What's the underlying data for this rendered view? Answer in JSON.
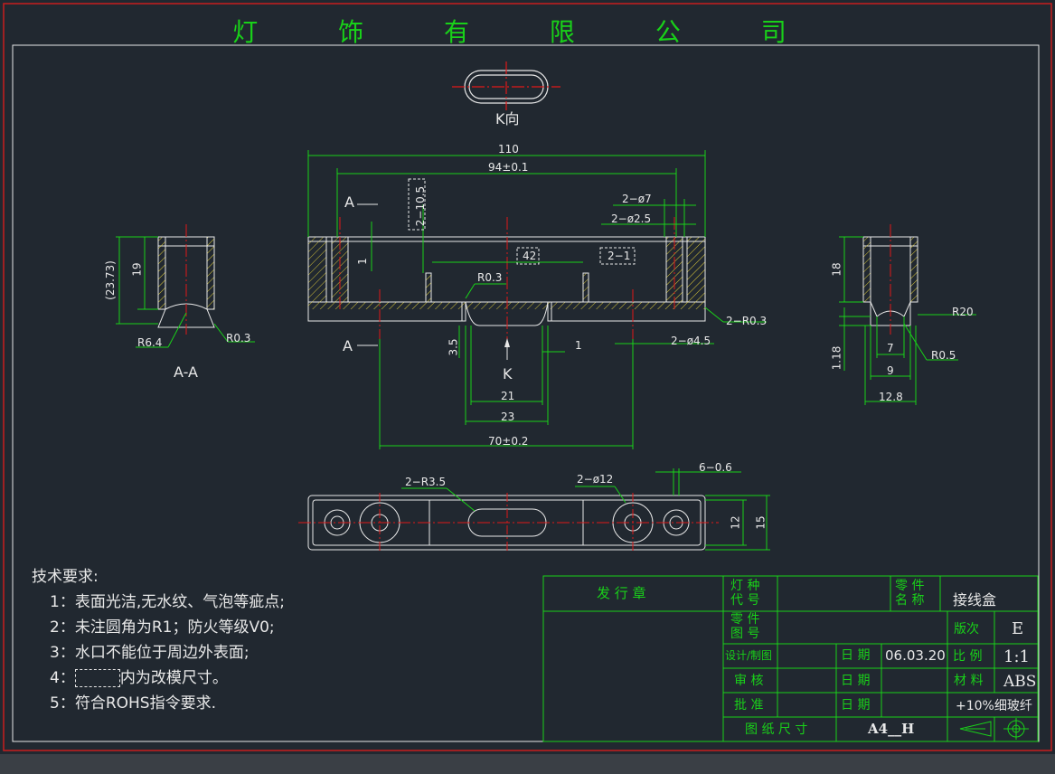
{
  "title": "灯 饰 有 限 公 司",
  "views": {
    "k_view": "K向",
    "section_label": "A-A",
    "section_marker": "A",
    "arrow_k": "K"
  },
  "dimensions": {
    "d110": "110",
    "d94": "94±0.1",
    "d2_10_5": "2−10.5",
    "d2_phi7": "2−ø7",
    "d2_phi2_5": "2−ø2.5",
    "d42": "42",
    "d2_1": "2−1",
    "r03": "R0.3",
    "d1": "1",
    "d2_r03": "2−R0.3",
    "d3_5": "3.5",
    "d1b": "1",
    "d2_phi4_5": "2−ø4.5",
    "d21": "21",
    "d23": "23",
    "d70": "70±0.2",
    "d23_73": "(23.73)",
    "d19": "19",
    "r6_4": "R6.4",
    "r0_3b": "R0.3",
    "d18": "18",
    "r20": "R20",
    "r0_5": "R0.5",
    "d1_18": "1.18",
    "d7": "7",
    "d9": "9",
    "d12_8": "12.8",
    "d2_r3_5": "2−R3.5",
    "d2_phi12": "2−ø12",
    "d6_0_6": "6−0.6",
    "d12": "12",
    "d15": "15"
  },
  "requirements": {
    "heading": "技术要求:",
    "r1": "1：表面光洁,无水纹、气泡等疵点;",
    "r2": "2：未注圆角为R1；防火等级V0;",
    "r3": "3：水口不能位于周边外表面;",
    "r4": "内为改模尺寸。",
    "r4_prefix": "4：",
    "r5": "5：符合ROHS指令要求."
  },
  "title_block": {
    "issue_stamp": "发  行  章",
    "lamp_code_label": "灯 种\n代 号",
    "part_name_label": "零 件\n名 称",
    "part_name": "接线盒",
    "part_drawing_label": "零 件\n图 号",
    "version_label": "版次",
    "version": "E",
    "design_label": "设计/制图",
    "date_label_1": "日 期",
    "date": "06.03.20",
    "scale_label": "比 例",
    "scale": "1:1",
    "review_label": "审 核",
    "date_label_2": "日 期",
    "material_label": "材 料",
    "material": "ABS",
    "approve_label": "批 准",
    "date_label_3": "日 期",
    "material_note": "+10%细玻纤",
    "sheet_size_label": "图 纸 尺 寸",
    "sheet_size": "A4__H"
  },
  "colors": {
    "background": "#212830",
    "dimension_green": "#19d119",
    "outline_white": "#e8e8e8",
    "hatch_yellow": "#d8c63a",
    "center_red": "#e01818",
    "frame_red": "#c81e1e"
  }
}
